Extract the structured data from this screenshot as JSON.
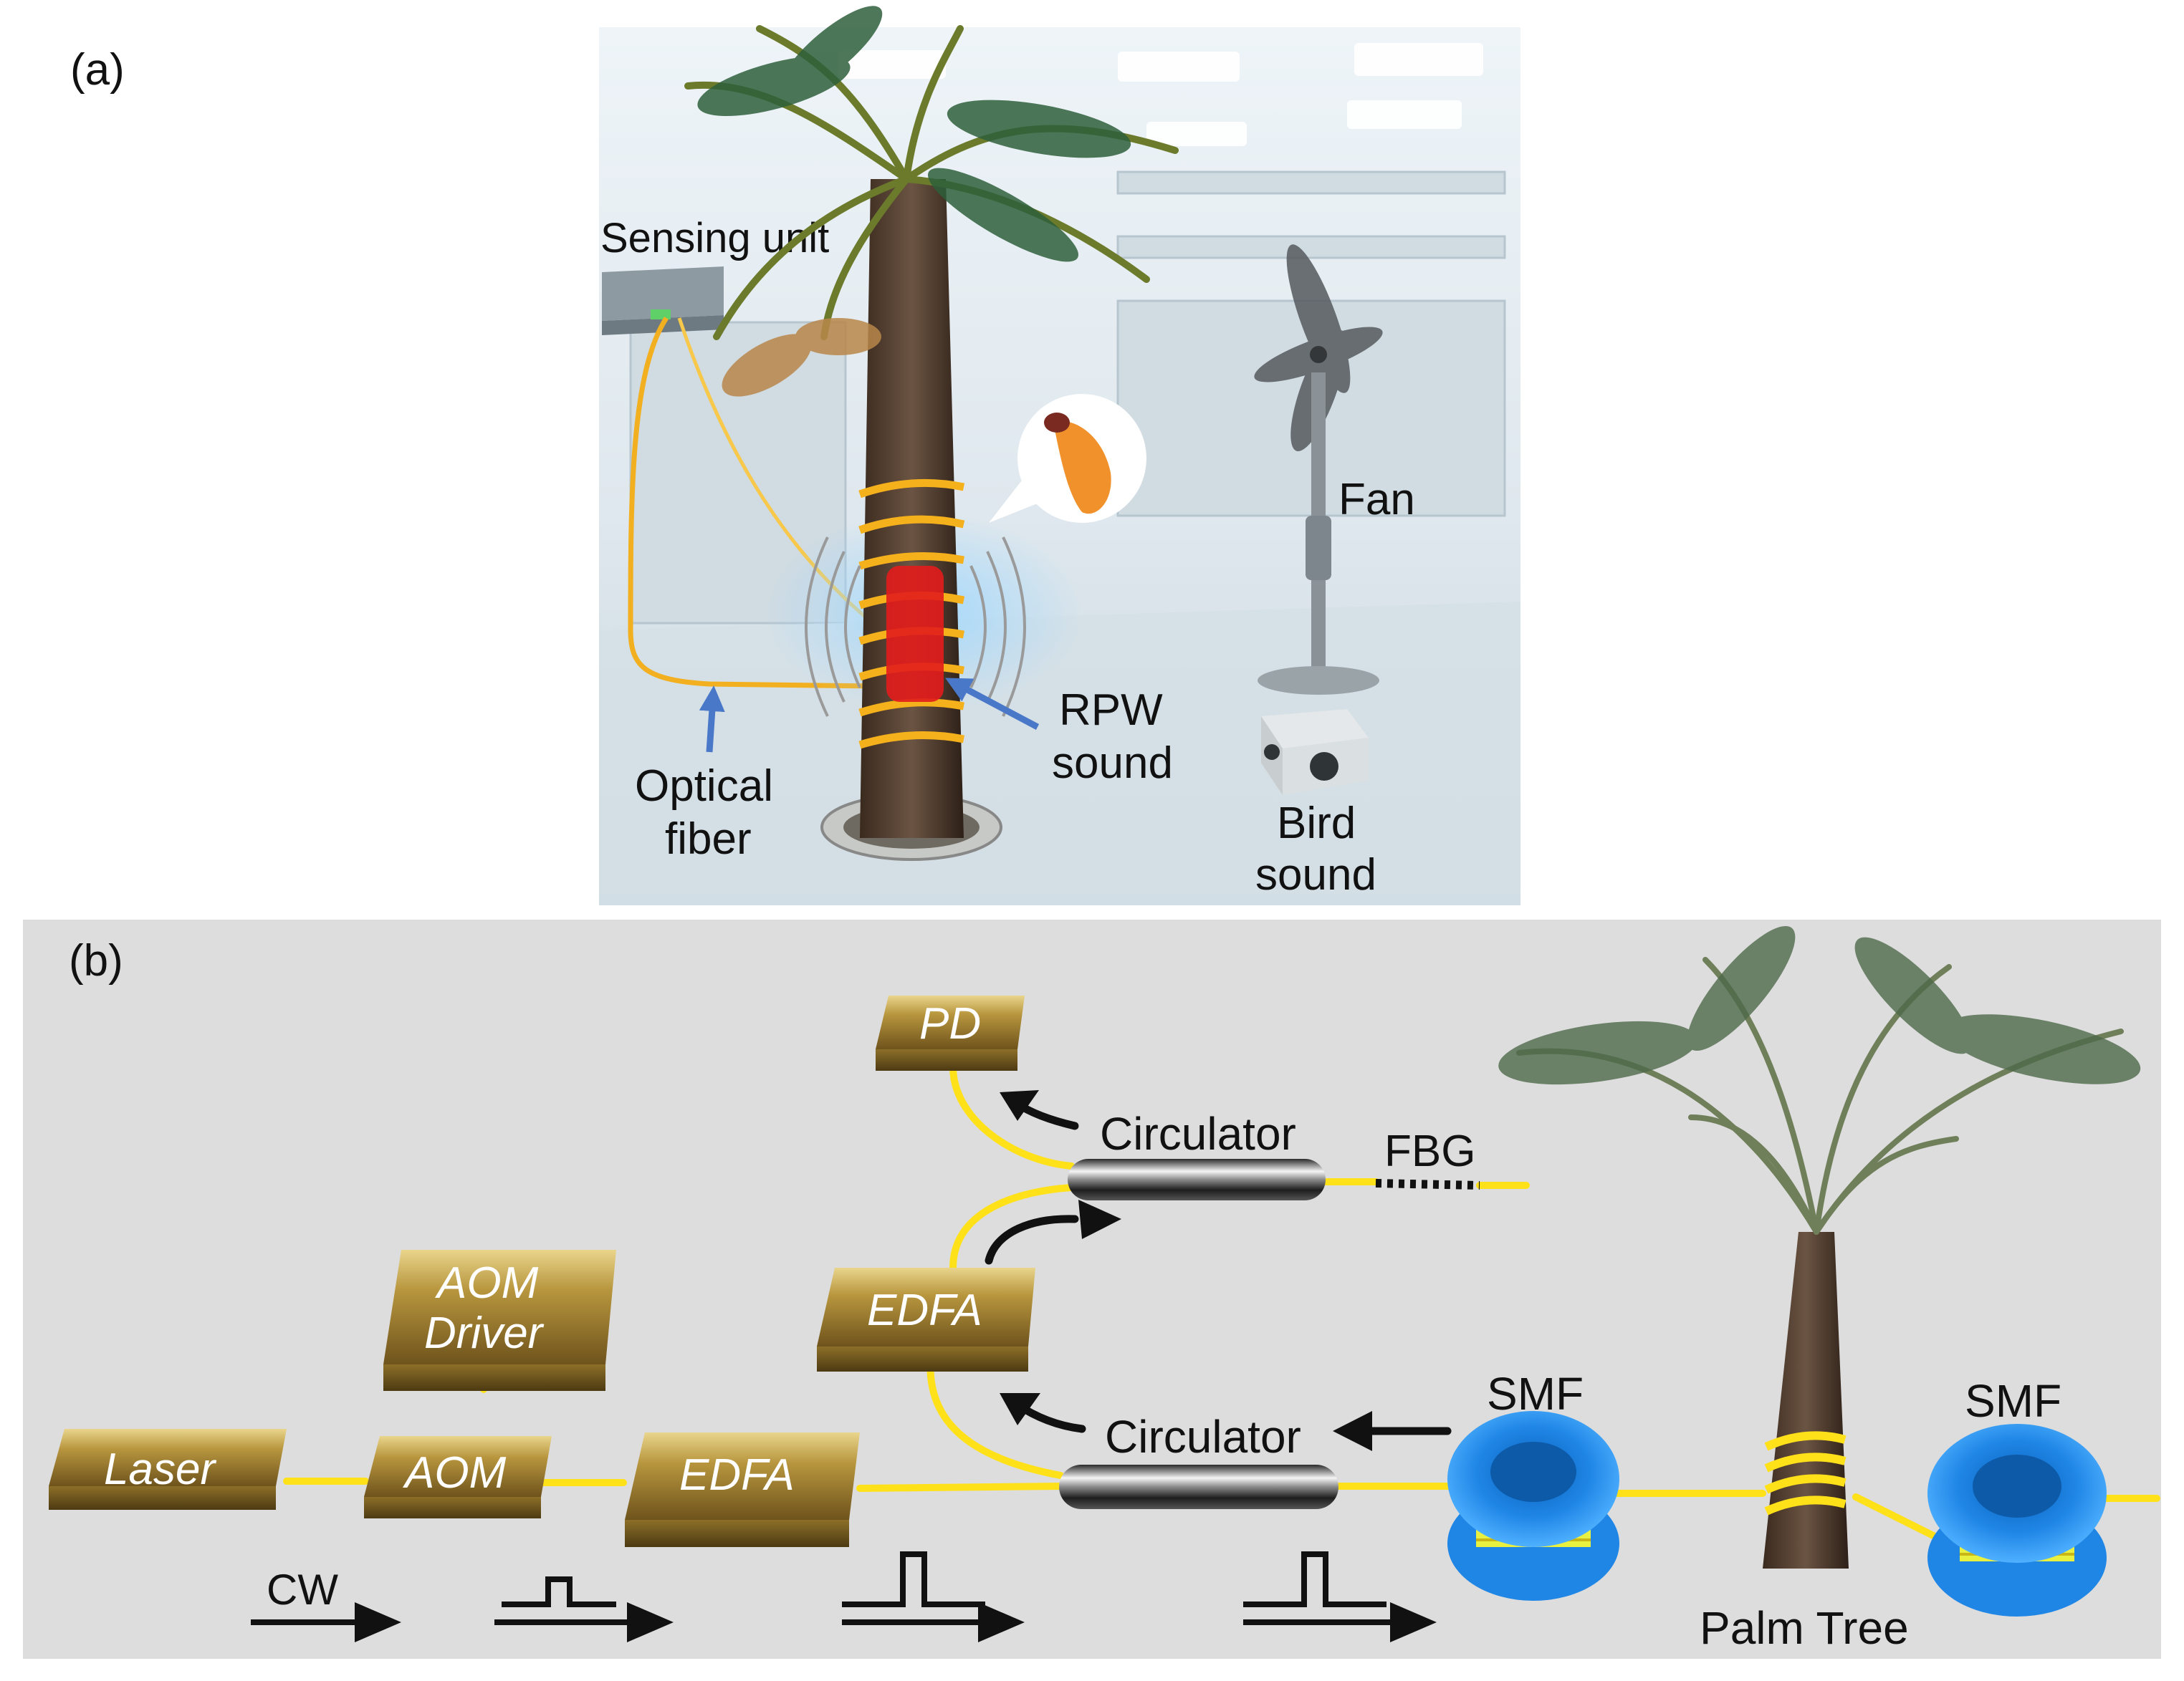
{
  "panel_a": {
    "tag": "(a)",
    "labels": {
      "sensing_unit": "Sensing unit",
      "fan": "Fan",
      "rpw_line1": "RPW",
      "rpw_line2": "sound",
      "optical_line1": "Optical",
      "optical_line2": "fiber",
      "bird_line1": "Bird",
      "bird_line2": "sound"
    }
  },
  "panel_b": {
    "tag": "(b)",
    "components": {
      "laser": "Laser",
      "aom": "AOM",
      "aom_driver_line1": "AOM",
      "aom_driver_line2": "Driver",
      "edfa_main": "EDFA",
      "edfa_upper": "EDFA",
      "pd": "PD",
      "circulator_upper": "Circulator",
      "circulator_lower": "Circulator",
      "fbg": "FBG",
      "smf_left": "SMF",
      "smf_right": "SMF",
      "palm_tree": "Palm Tree",
      "cw": "CW"
    }
  },
  "colors": {
    "fiber": "#ffe11a",
    "gold_box": "#9a7b2c",
    "spool_blue": "#1f86e6",
    "red_sensor": "#e21c1c",
    "arrow_blue": "#4a78c8",
    "panel_b_bg": "#dddddd"
  }
}
